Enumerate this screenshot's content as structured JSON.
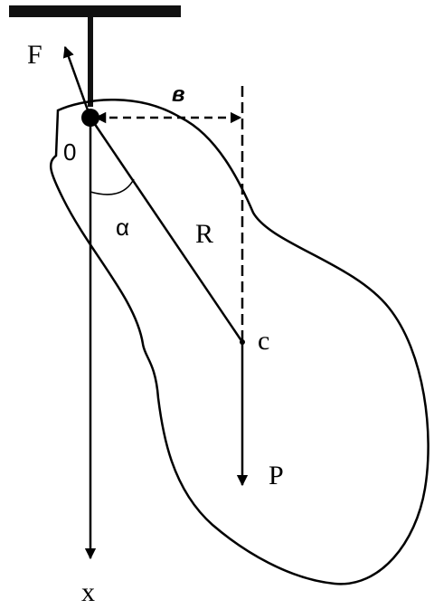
{
  "labels": {
    "force": "F",
    "pivot": "0",
    "distance": "в",
    "angle": "α",
    "radius": "R",
    "center": "c",
    "weight": "P",
    "axis": "x"
  }
}
